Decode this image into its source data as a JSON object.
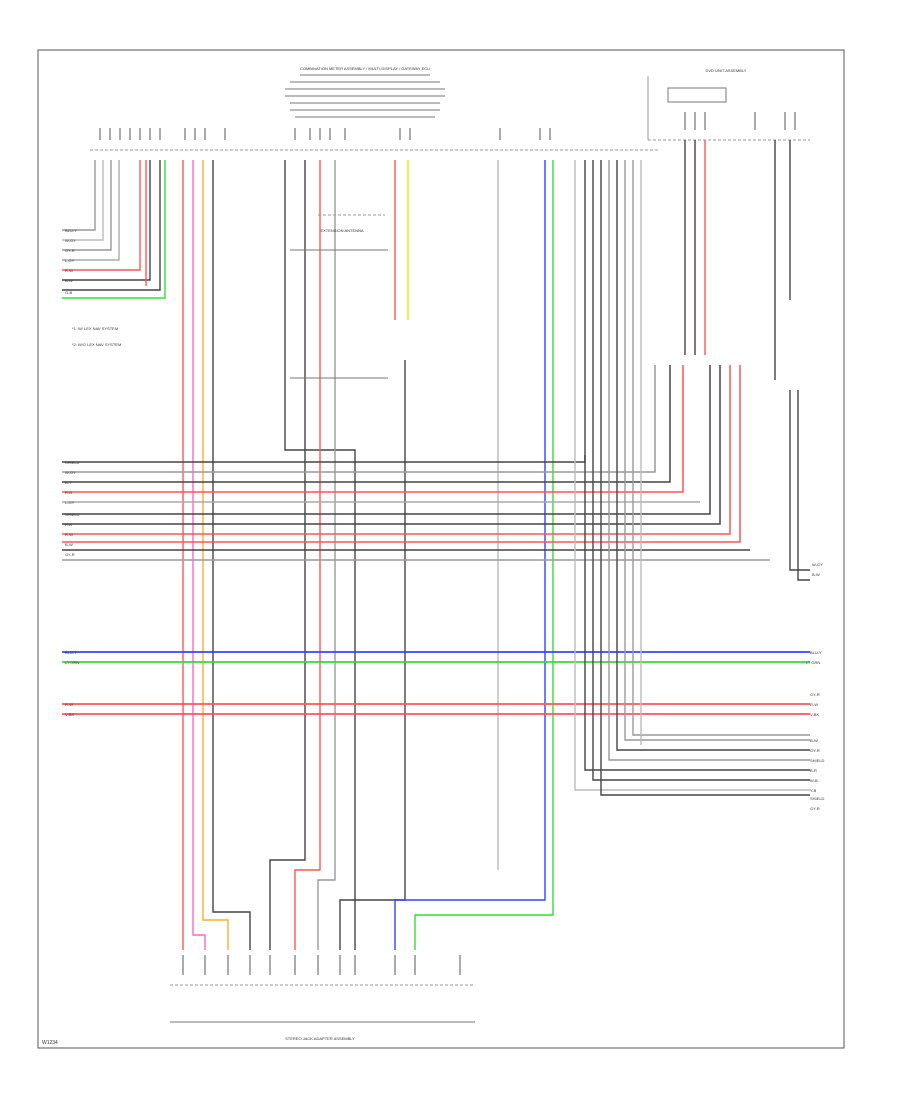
{
  "diagram": {
    "top_component_title": "COMBINATION METER ASSEMBLY / MULTI-DISPLAY / GATEWAY ECU",
    "top_right_component_title": "DVD UNIT ASSEMBLY",
    "bottom_component_title": "STEREO JACK ADAPTER ASSEMBLY",
    "center_box_label": "EXTENSION ANTENNA",
    "legend": [
      {
        "label": "*1: W/ LEX NAV SYSTEM"
      },
      {
        "label": "*2: W/O LEX NAV SYSTEM"
      }
    ],
    "footer_code": "W1234",
    "wire_colors": {
      "black": "#444444",
      "red": "#ff5555",
      "pink": "#ff66cc",
      "violet": "#bb44ff",
      "orange": "#ffaa33",
      "yellow": "#e8e800",
      "green": "#33dd33",
      "light_green": "#88ee44",
      "blue": "#3344ff",
      "gray": "#999999",
      "white_ish": "#cccccc"
    },
    "left_group_a_labels": [
      "BLU-Y",
      "W-GY",
      "GY-R",
      "L-GY",
      "R-W",
      "B-W",
      "G-B"
    ],
    "left_group_b_labels": [
      "SHIELD",
      "W-GY",
      "B-Y",
      "R-B",
      "L-GY",
      "SHIELD",
      "R-B",
      "R-W",
      "B-W",
      "GY-R"
    ],
    "mid_left_pair_1": [
      "BLU-Y",
      "LT GRN"
    ],
    "mid_left_pair_2": [
      "R-W",
      "V-BK"
    ],
    "right_group_labels": [
      "W-GY",
      "B-W"
    ],
    "right_pair_1": [
      "BLU-Y",
      "LT GRN"
    ],
    "right_pair_2": [
      "GY-R",
      "R-W",
      "V-BK"
    ],
    "right_lower_labels": [
      "B-W",
      "GY-R",
      "SHIELD",
      "B-R",
      "W-B",
      "Y-B",
      "SHIELD",
      "GY-R"
    ]
  }
}
